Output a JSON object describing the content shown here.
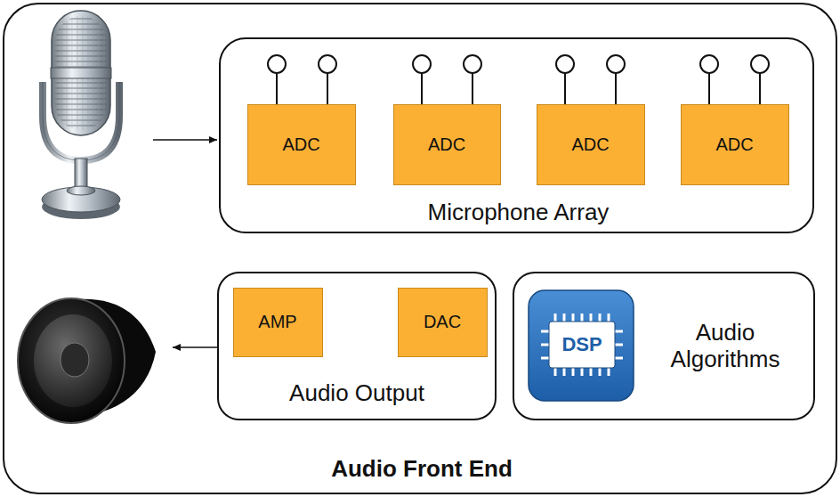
{
  "diagram": {
    "nodes": [
      {
        "text": [
          "Audio Front End"
        ]
      },
      {
        "text": [
          "Microphone Array"
        ],
        "in": 0
      },
      {
        "text": [
          "ADC"
        ],
        "in": 1
      },
      {
        "text": [
          "ADC"
        ],
        "in": 1
      },
      {
        "text": [
          "ADC"
        ],
        "in": 1
      },
      {
        "text": [
          "ADC"
        ],
        "in": 1
      },
      {
        "text": [
          "Audio Output"
        ],
        "in": 0
      },
      {
        "text": [
          "AMP"
        ],
        "in": 6
      },
      {
        "text": [
          "DAC"
        ],
        "in": 6
      },
      {
        "text": [
          "Audio Algorithms"
        ],
        "in": 0
      }
    ],
    "labels": [
      "DSP"
    ]
  }
}
